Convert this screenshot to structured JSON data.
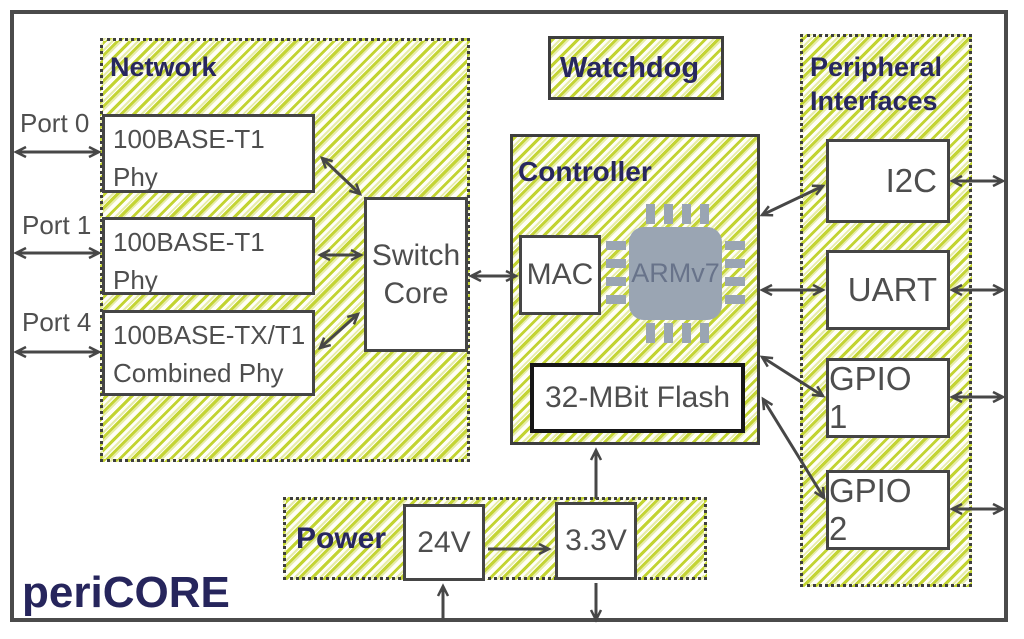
{
  "product": {
    "name": "periCORE"
  },
  "colors": {
    "hatch_green": "#bfd126",
    "title_navy": "#28275f",
    "box_text_gray": "#4e4e4e",
    "arrow_gray": "#474747",
    "chip_gray": "#9aa5b3"
  },
  "ports": [
    {
      "label": "Port 0"
    },
    {
      "label": "Port 1"
    },
    {
      "label": "Port 4"
    }
  ],
  "network": {
    "title": "Network",
    "phys": [
      {
        "line1": "100BASE-T1",
        "line2": "Phy"
      },
      {
        "line1": "100BASE-T1",
        "line2": "Phy"
      },
      {
        "line1": "100BASE-TX/T1",
        "line2": "Combined Phy"
      }
    ],
    "switch_core": {
      "line1": "Switch",
      "line2": "Core"
    }
  },
  "watchdog": {
    "title": "Watchdog"
  },
  "controller": {
    "title": "Controller",
    "mac": "MAC",
    "cpu": "ARMv7",
    "flash": "32-MBit Flash"
  },
  "peripherals": {
    "title_line1": "Peripheral",
    "title_line2": "Interfaces",
    "items": [
      {
        "label": "I2C"
      },
      {
        "label": "UART"
      },
      {
        "label": "GPIO 1"
      },
      {
        "label": "GPIO 2"
      }
    ]
  },
  "power": {
    "title": "Power",
    "input": "24V",
    "output": "3.3V"
  }
}
